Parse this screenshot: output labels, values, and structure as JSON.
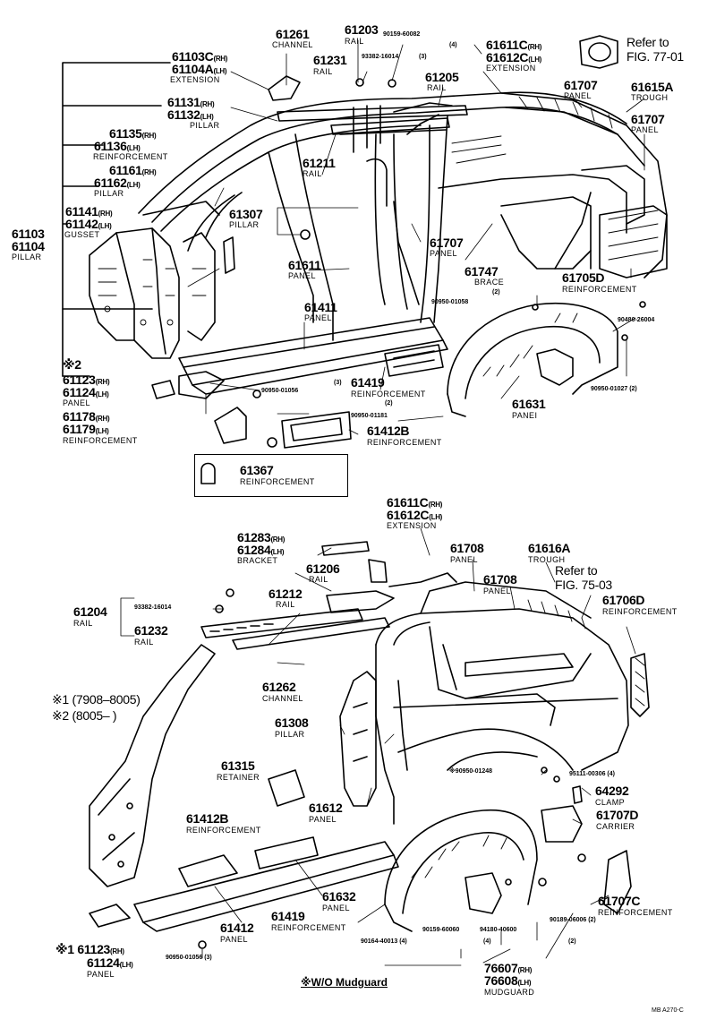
{
  "upper": {
    "p61103c": {
      "code": "61103C",
      "side": "(RH)"
    },
    "p61104a": {
      "code": "61104A",
      "side": "(LH)"
    },
    "extension": "EXTENSION",
    "p61131": {
      "code": "61131",
      "side": "(RH)"
    },
    "p61132": {
      "code": "61132",
      "side": "(LH)"
    },
    "pillar": "PILLAR",
    "p61135": {
      "code": "61135",
      "side": "(RH)"
    },
    "p61136": {
      "code": "61136",
      "side": "(LH)"
    },
    "reinforcement": "REINFORCEMENT",
    "p61161": {
      "code": "61161",
      "side": "(RH)"
    },
    "p61162": {
      "code": "61162",
      "side": "(LH)"
    },
    "p61141": {
      "code": "61141",
      "side": "(RH)"
    },
    "p61142": {
      "code": "61142",
      "side": "(LH)"
    },
    "gusset": "GUSSET",
    "p61103": "61103",
    "p61104": "61104",
    "mark2": "※2",
    "p61123": {
      "code": "61123",
      "side": "(RH)"
    },
    "p61124": {
      "code": "61124",
      "side": "(LH)"
    },
    "panel": "PANEL",
    "p61178": {
      "code": "61178",
      "side": "(RH)"
    },
    "p61179": {
      "code": "61179",
      "side": "(LH)"
    },
    "p61261": "61261",
    "channel": "CHANNEL",
    "p61203": "61203",
    "rail": "RAIL",
    "p61231": "61231",
    "bolt93382": "93382-16014",
    "qty3": "(3)",
    "bolt90159": "90159-60082",
    "qty4": "(4)",
    "p61205": "61205",
    "p61611c": {
      "code": "61611C",
      "side": "(RH)"
    },
    "p61612c": {
      "code": "61612C",
      "side": "(LH)"
    },
    "refer1": "Refer to",
    "fig7701": "FIG. 77-01",
    "p61707a": "61707",
    "p61615a": "61615A",
    "trough": "TROUGH",
    "p61707b": "61707",
    "p61211": "61211",
    "p61307": "61307",
    "p61611": "61611",
    "p61707c": "61707",
    "p61747": "61747",
    "brace": "BRACE",
    "qty2": "(2)",
    "p61705d": "61705D",
    "bolt90950_01058": "90950-01058",
    "bolt90480": "90480-26004",
    "p61411": "61411",
    "p61419": "61419",
    "bolt90950_01056": "90950-01056",
    "bolt90950_01181": "90950-01181",
    "p61631": "61631",
    "panei": "PANEI",
    "bolt90950_01027": "90950-01027 (2)",
    "p61412b": "61412B",
    "p61367": "61367"
  },
  "lower": {
    "p61611c": {
      "code": "61611C",
      "side": "(RH)"
    },
    "p61612c": {
      "code": "61612C",
      "side": "(LH)"
    },
    "extension": "EXTENSION",
    "p61283": {
      "code": "61283",
      "side": "(RH)"
    },
    "p61284": {
      "code": "61284",
      "side": "(LH)"
    },
    "bracket": "BRACKET",
    "p61206": "61206",
    "rail": "RAIL",
    "p61708a": "61708",
    "panel": "PANEL",
    "p61616a": "61616A",
    "trough": "TROUGH",
    "p61708b": "61708",
    "refer2": "Refer to",
    "fig7503": "FIG. 75-03",
    "p61706d": "61706D",
    "reinforcement": "REINFORCEMENT",
    "p61204": "61204",
    "bolt93382": "93382-16014",
    "p61212": "61212",
    "p61232": "61232",
    "mark1": "※1 (7908–8005)",
    "mark2": "※2 (8005–     )",
    "p61262": "61262",
    "channel": "CHANNEL",
    "p61308": "61308",
    "pillar": "PILLAR",
    "p61315": "61315",
    "retainer": "RETAINER",
    "bolt90950_01248": "※90950-01248",
    "bolt95111": "95111-00306 (4)",
    "p64292": "64292",
    "clamp": "CLAMP",
    "p61612": "61612",
    "p61707d": "61707D",
    "carrier": "CARRIER",
    "p61412b": "61412B",
    "p61632": "61632",
    "p61419": "61419",
    "p61412": "61412",
    "bolt90159": "90159-60060",
    "bolt94180": "94180-40600",
    "bolt90189": "90189-06006 (2)",
    "p61707c": "61707C",
    "bolt90950_01056": "90950-01056 (3)",
    "bolt90164": "90164-40013 (4)",
    "qty4": "(4)",
    "qty2": "(2)",
    "p61123": "※1 61123",
    "rh": "(RH)",
    "p61124": "61124",
    "lh": "(LH)",
    "p76607": "76607",
    "p76608": "76608",
    "mudguard": "MUDGUARD",
    "wmud": "※W/O Mudguard",
    "figcode": "MB  A270-C"
  }
}
